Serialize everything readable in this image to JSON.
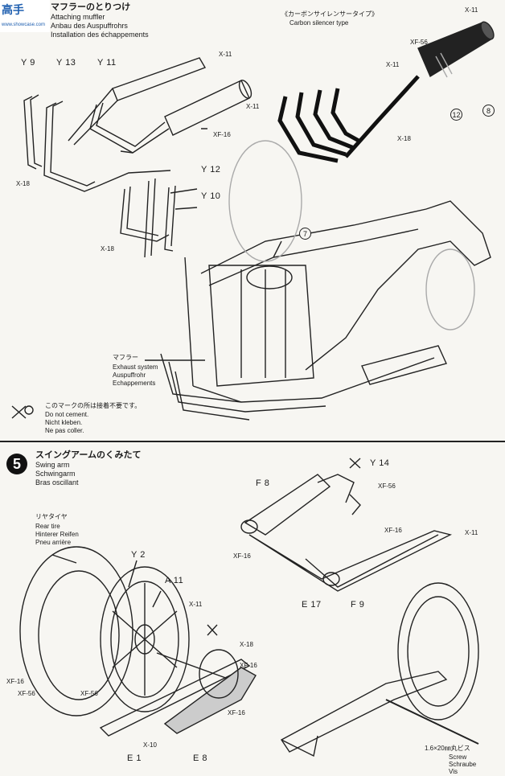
{
  "watermark": {
    "logo_text": "高手",
    "site_text": "www.showcase.com"
  },
  "step4": {
    "title_jp": "マフラーのとりつけ",
    "title_en": "Attaching muffler",
    "title_de": "Anbau des Auspuffrohrs",
    "title_fr": "Installation des échappements",
    "carbon_jp": "《カーボンサイレンサータイプ》",
    "carbon_en": "Carbon silencer type",
    "muffler_jp": "マフラー",
    "muffler_en": "Exhaust system",
    "muffler_de": "Auspuffrohr",
    "muffler_fr": "Echappements",
    "note_jp": "このマークの所は接着不要です。",
    "note_en": "Do not cement.",
    "note_de": "Nicht kleben.",
    "note_fr": "Ne pas coller.",
    "parts": {
      "y9": "Y 9",
      "y13": "Y 13",
      "y11": "Y 11",
      "y12": "Y 12",
      "y10": "Y 10"
    },
    "refs": {
      "x11_a": "X-11",
      "x11_b": "X-11",
      "xf16": "XF-16",
      "x18_a": "X-18",
      "x18_b": "X-18",
      "c_x11_top": "X-11",
      "c_xf56": "XF-56",
      "c_x11_mid": "X-11",
      "c_x18": "X-18"
    },
    "callouts": {
      "c8": "8",
      "c12": "12",
      "c7": "7"
    }
  },
  "step5": {
    "number": "5",
    "title_jp": "スイングアームのくみたて",
    "title_en": "Swing arm",
    "title_de": "Schwingarm",
    "title_fr": "Bras oscillant",
    "rear_jp": "リヤタイヤ",
    "rear_en": "Rear tire",
    "rear_de": "Hinterer Reifen",
    "rear_fr": "Pneu arrière",
    "screw_size": "1.6×20㎜丸ビス",
    "screw_en": "Screw",
    "screw_de": "Schraube",
    "screw_fr": "Vis",
    "parts": {
      "y14": "Y 14",
      "f8": "F 8",
      "y2": "Y 2",
      "a11": "A 11",
      "e17": "E 17",
      "f9": "F 9",
      "e1": "E 1",
      "e8": "E 8"
    },
    "refs": {
      "xf56_a": "XF-56",
      "xf16_a": "XF-16",
      "x11_a": "X-11",
      "xf16_b": "XF-16",
      "x11_b": "X-11",
      "x18": "X-18",
      "xf16_c": "XF-16",
      "xf16_d": "XF-16",
      "xf56_b": "XF-56",
      "xf56_c": "XF-56",
      "x10": "X-10"
    }
  }
}
